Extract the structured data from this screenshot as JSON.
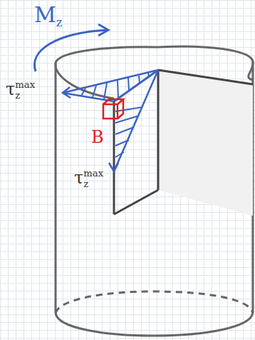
{
  "diagram": {
    "labels": [
      "Mz",
      "τzmax",
      "τzmax",
      "B"
    ]
  }
}
